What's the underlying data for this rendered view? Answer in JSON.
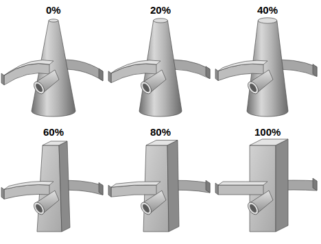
{
  "diagram": {
    "labels": [
      "0%",
      "20%",
      "40%",
      "60%",
      "80%",
      "100%"
    ]
  }
}
